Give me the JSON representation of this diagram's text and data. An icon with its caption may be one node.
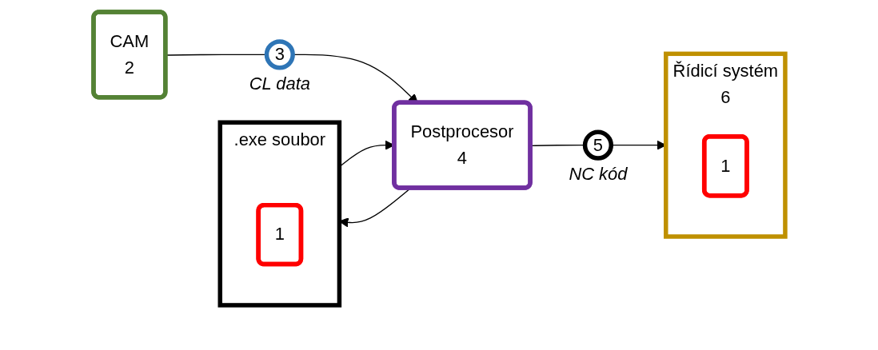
{
  "diagram": {
    "nodes": [
      {
        "text": [
          ".exe soubor"
        ]
      },
      {
        "text": [
          "1"
        ],
        "in": 0
      },
      {
        "text": [
          "CAM",
          "2"
        ]
      },
      {
        "text": [
          "3"
        ],
        "beside": [
          "CL data"
        ]
      },
      {
        "text": [
          "Postprocesor",
          "4"
        ]
      },
      {
        "text": [
          "5"
        ],
        "beside": [
          "NC kód"
        ]
      },
      {
        "text": [
          "Řídicí systém",
          "6"
        ]
      },
      {
        "text": [
          "1"
        ],
        "in": 6
      }
    ],
    "edges": [
      {
        "from": 2,
        "to": 3,
        "arrow": "none"
      },
      {
        "from": 3,
        "to": 4,
        "arrow": "to"
      },
      {
        "from": 4,
        "to": 0,
        "arrow": "to"
      },
      {
        "from": 0,
        "to": 4,
        "arrow": "to"
      },
      {
        "from": 4,
        "to": 5,
        "arrow": "none"
      },
      {
        "from": 5,
        "to": 6,
        "arrow": "to"
      }
    ]
  }
}
